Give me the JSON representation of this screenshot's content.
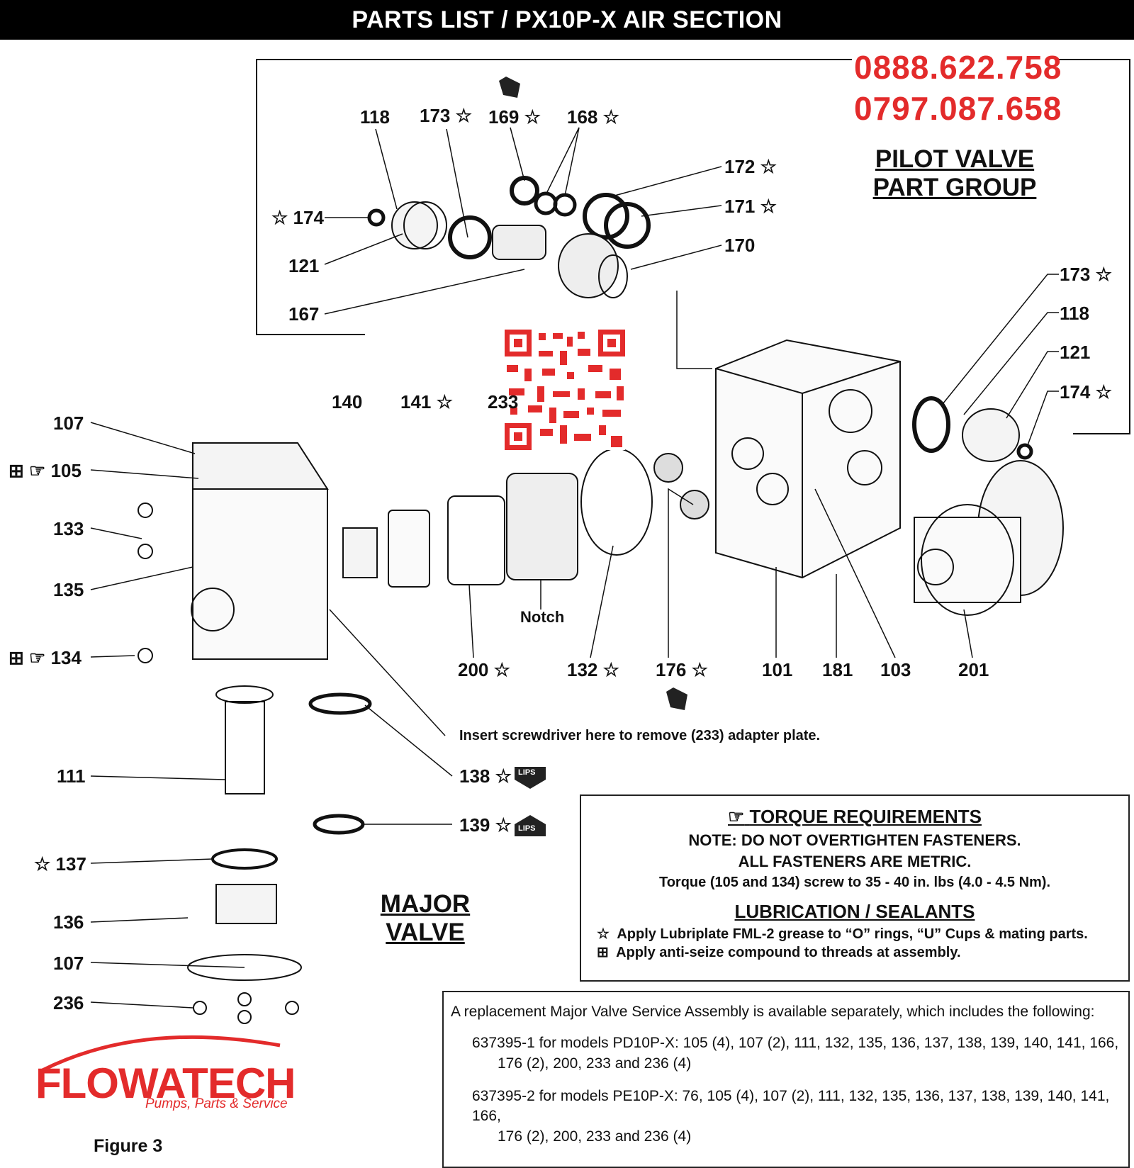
{
  "header": {
    "title": "PARTS LIST / PX10P-X AIR SECTION"
  },
  "phones": [
    "0888.622.758",
    "0797.087.658"
  ],
  "groups": {
    "pilot_line1": "PILOT VALVE",
    "pilot_line2": "PART GROUP",
    "major_line1": "MAJOR",
    "major_line2": "VALVE"
  },
  "pilot_labels": {
    "p118": "118",
    "p173": "173",
    "p169": "169",
    "p168": "168",
    "p174": "174",
    "p121": "121",
    "p167": "167",
    "p172": "172",
    "p171": "171",
    "p170": "170"
  },
  "right_labels": {
    "p173": "173",
    "p118": "118",
    "p121": "121",
    "p174": "174"
  },
  "left_labels": {
    "p107a": "107",
    "p105": "105",
    "p133": "133",
    "p135": "135",
    "p134": "134",
    "p111": "111",
    "p137": "137",
    "p136": "136",
    "p107b": "107",
    "p236": "236"
  },
  "middle_labels": {
    "p140": "140",
    "p141": "141",
    "p233": "233",
    "p200": "200",
    "p132": "132",
    "p176": "176",
    "p101": "101",
    "p181": "181",
    "p103": "103",
    "p201": "201",
    "p138": "138",
    "p139": "139",
    "notch": "Notch"
  },
  "icons": {
    "star": "☆",
    "finger": "☞",
    "grid": "⊞",
    "lips": "LIPS"
  },
  "screwdriver_note": "Insert screwdriver here to remove (233) adapter plate.",
  "torque": {
    "title": "TORQUE REQUIREMENTS",
    "note1": "NOTE: DO NOT OVERTIGHTEN FASTENERS.",
    "note2": "ALL FASTENERS ARE METRIC.",
    "torque_spec": "Torque (105 and 134) screw to 35 - 40 in. lbs (4.0 - 4.5 Nm).",
    "lube_title": "LUBRICATION / SEALANTS",
    "lube1": "Apply Lubriplate FML-2 grease to “O” rings, “U” Cups & mating parts.",
    "lube2": "Apply anti-seize compound to threads at assembly."
  },
  "service": {
    "intro": "A replacement Major Valve Service Assembly is available separately, which includes the following:",
    "item1_a": "637395-1 for models PD10P-X: 105 (4), 107 (2), 111, 132, 135, 136, 137, 138, 139, 140, 141, 166,",
    "item1_b": "176 (2), 200, 233 and 236 (4)",
    "item2_a": "637395-2 for models PE10P-X: 76, 105 (4), 107 (2), 111, 132, 135, 136, 137, 138, 139, 140, 141, 166,",
    "item2_b": "176 (2), 200, 233 and 236 (4)"
  },
  "logo": {
    "name": "FLOWATECH",
    "tagline": "Pumps, Parts & Service"
  },
  "figure": "Figure 3",
  "colors": {
    "brand_red": "#e32b2b",
    "header_bg": "#000000"
  }
}
